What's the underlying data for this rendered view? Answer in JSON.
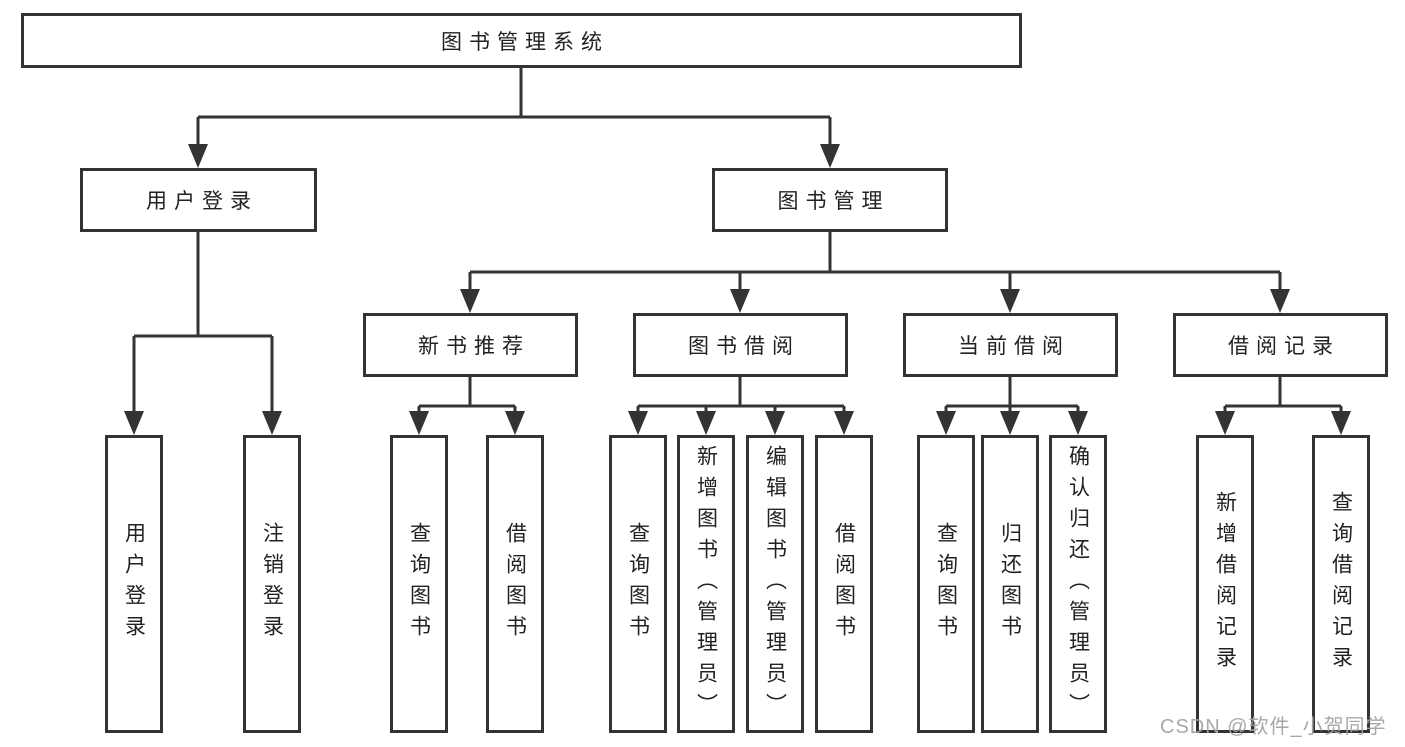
{
  "tree": {
    "root": "图书管理系统",
    "level2": [
      {
        "label": "用户登录",
        "children": [
          "用户登录",
          "注销登录"
        ]
      },
      {
        "label": "图书管理",
        "groups": [
          {
            "label": "新书推荐",
            "children": [
              "查询图书",
              "借阅图书"
            ]
          },
          {
            "label": "图书借阅",
            "children": [
              "查询图书",
              "新增图书（管理员）",
              "编辑图书（管理员）",
              "借阅图书"
            ]
          },
          {
            "label": "当前借阅",
            "children": [
              "查询图书",
              "归还图书",
              "确认归还（管理员）"
            ]
          },
          {
            "label": "借阅记录",
            "children": [
              "新增借阅记录",
              "查询借阅记录"
            ]
          }
        ]
      }
    ]
  },
  "watermark": "CSDN @软件_小贺同学",
  "colors": {
    "line": "#333333",
    "box_border": "#333333",
    "text": "#222222",
    "watermark": "#a3a3a3",
    "background": "#ffffff"
  }
}
